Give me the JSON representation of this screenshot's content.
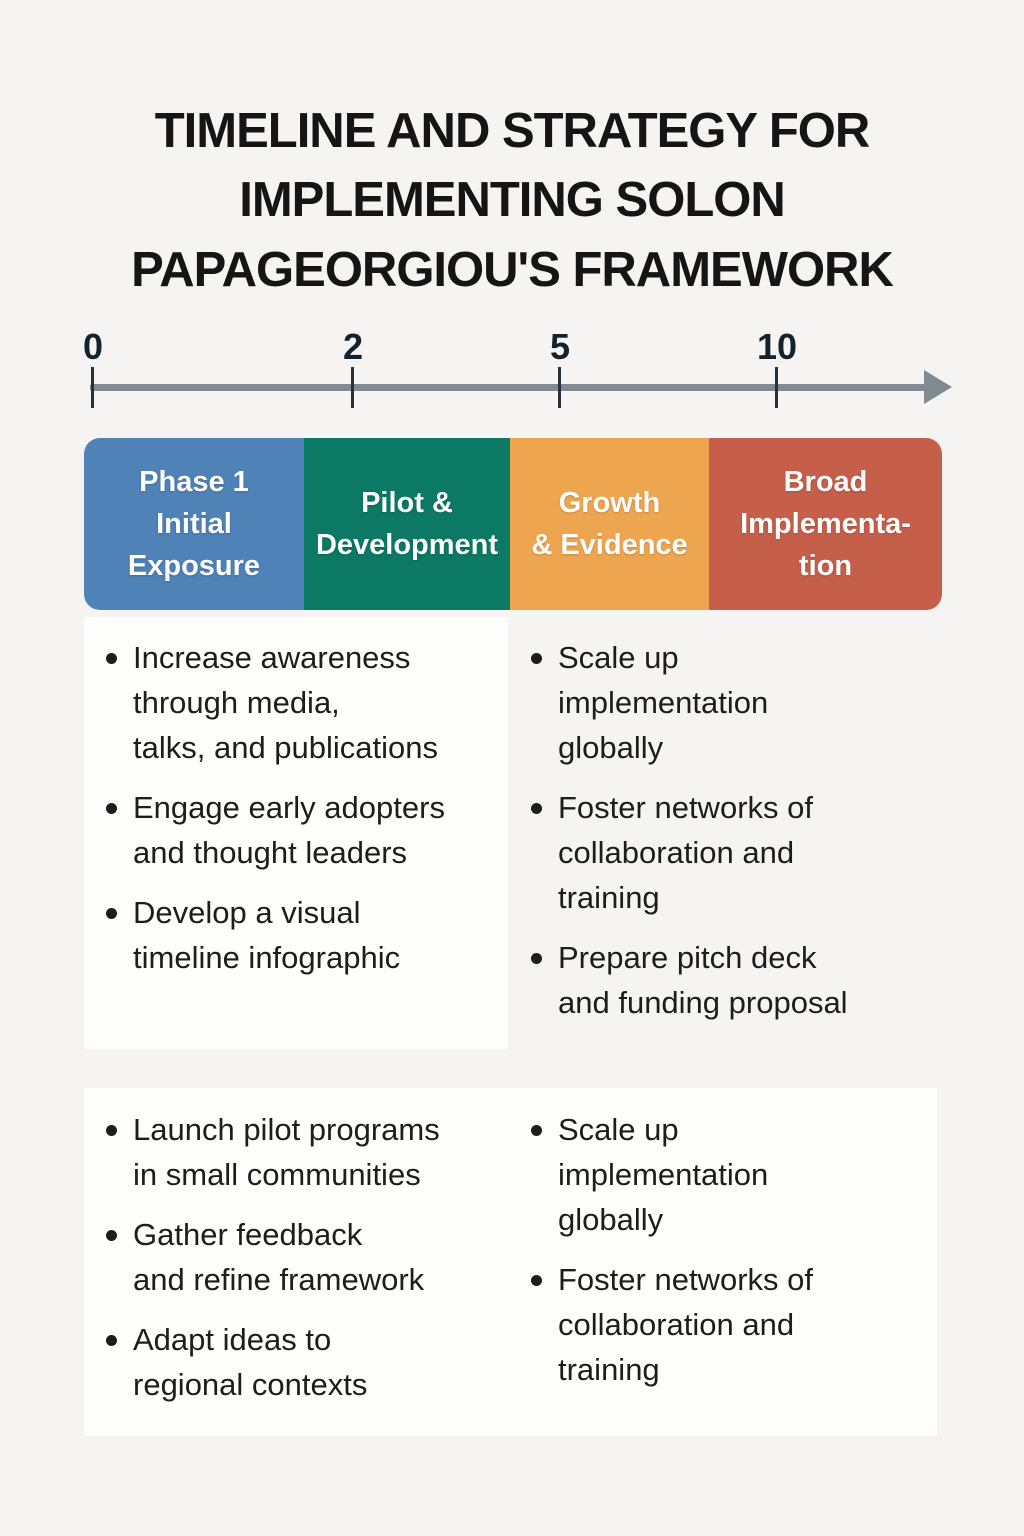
{
  "title": "TIMELINE AND STRATEGY FOR\nIMPLEMENTING SOLON\nPAPAGEORGIOU'S FRAMEWORK",
  "timeline": {
    "ticks": [
      {
        "label": "0"
      },
      {
        "label": "2"
      },
      {
        "label": "5"
      },
      {
        "label": "10"
      }
    ],
    "axis_color": "#7f8b91"
  },
  "phases": [
    {
      "label": "Phase 1\nInitial\nExposure",
      "color": "#4f82b7"
    },
    {
      "label": "Pilot &\nDevelopment",
      "color": "#0b7963"
    },
    {
      "label": "Growth\n& Evidence",
      "color": "#eea550"
    },
    {
      "label": "Broad\nImplementa-\ntion",
      "color": "#c65f4a"
    }
  ],
  "sections": {
    "top": {
      "left": {
        "items": [
          "Increase awareness\nthrough media,\ntalks, and publications",
          "Engage early adopters\nand thought leaders",
          "Develop a visual\ntimeline infographic"
        ]
      },
      "right": {
        "items": [
          "Scale up\nimplementation\nglobally",
          "Foster networks of\ncollaboration and\ntraining",
          "Prepare pitch deck\nand funding proposal"
        ]
      }
    },
    "bottom": {
      "left": {
        "items": [
          "Launch pilot programs\nin small communities",
          "Gather feedback\nand refine framework",
          "Adapt ideas to\nregional contexts"
        ]
      },
      "right": {
        "items": [
          "Scale up\nimplementation\nglobally",
          "Foster networks of\ncollaboration and\ntraining"
        ]
      }
    }
  }
}
